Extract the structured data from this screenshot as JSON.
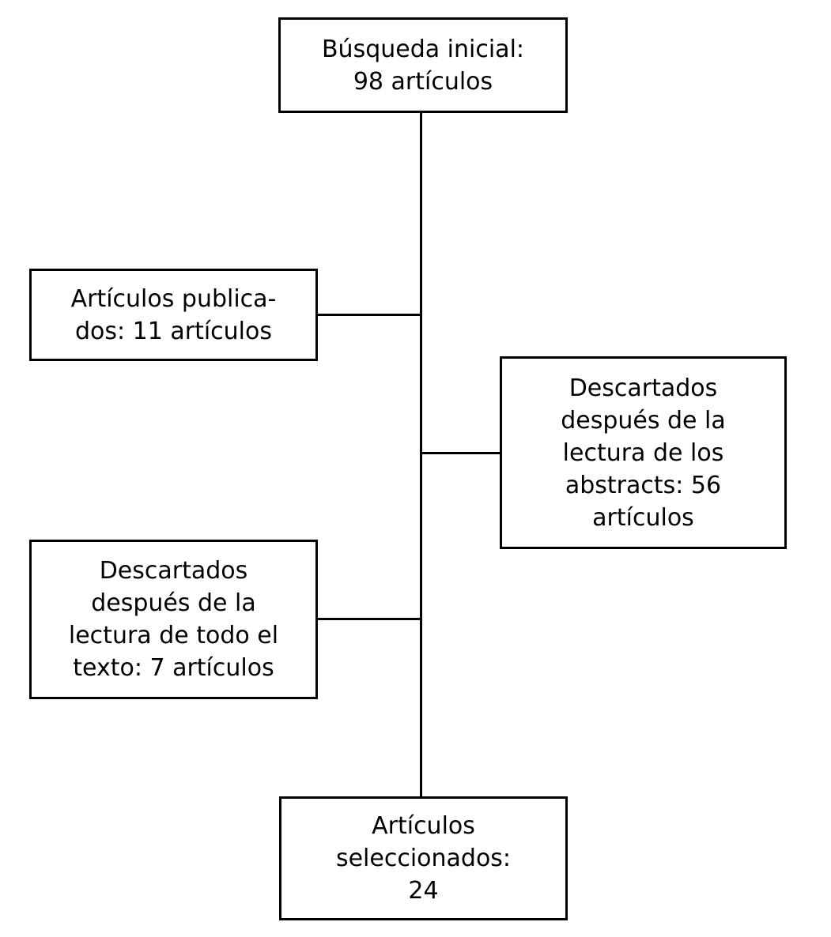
{
  "flowchart": {
    "language": "es",
    "colors": {
      "border": "#000000",
      "background": "#ffffff",
      "text": "#000000"
    },
    "nodes": [
      {
        "id": "initial-search",
        "text": "Búsqueda inicial:\n98 artículos"
      },
      {
        "id": "published",
        "text": "Artículos publica-\ndos: 11 artículos"
      },
      {
        "id": "discarded-abstracts",
        "text": "Descartados\ndespués de la\nlectura de los\nabstracts: 56\nartículos"
      },
      {
        "id": "discarded-fulltext",
        "text": "Descartados\ndespués de la\nlectura de todo el\ntexto: 7 artículos"
      },
      {
        "id": "selected",
        "text": "Artículos\nseleccionados:\n24"
      }
    ],
    "edges": [
      {
        "from": "initial-search",
        "to": "selected",
        "shape": "vertical-line"
      },
      {
        "from": "main-line",
        "to": "published",
        "shape": "horizontal-branch-left"
      },
      {
        "from": "main-line",
        "to": "discarded-abstracts",
        "shape": "horizontal-branch-right"
      },
      {
        "from": "main-line",
        "to": "discarded-fulltext",
        "shape": "horizontal-branch-left"
      }
    ],
    "values": {
      "initial": 98,
      "published": 11,
      "discarded_abstracts": 56,
      "discarded_fulltext": 7,
      "selected": 24
    }
  }
}
